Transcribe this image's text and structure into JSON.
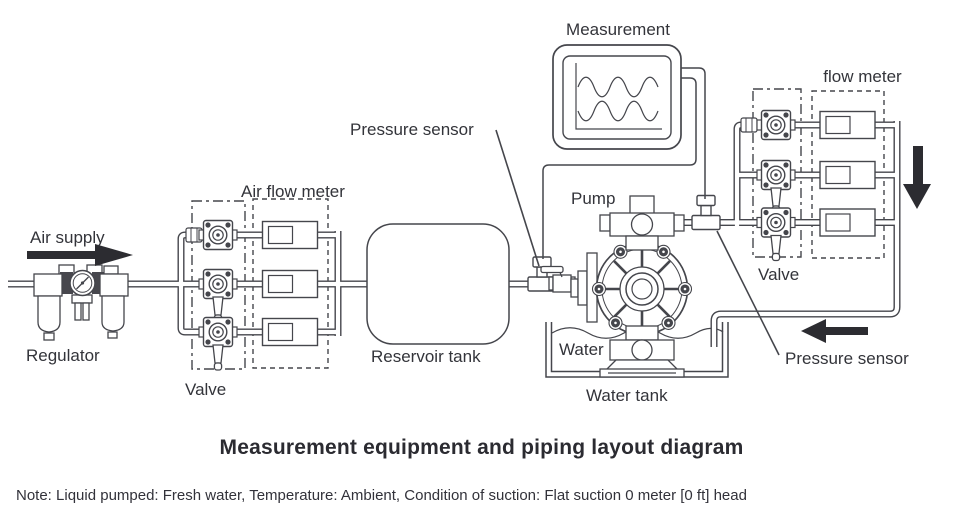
{
  "title": "Measurement equipment and piping layout diagram",
  "note": "Note: Liquid pumped: Fresh water, Temperature: Ambient, Condition of suction: Flat suction 0 meter [0 ft] head",
  "labels": {
    "measurement": "Measurement",
    "flow_meter_right": "flow meter",
    "pressure_sensor_left": "Pressure sensor",
    "pressure_sensor_right": "Pressure sensor",
    "air_flow_meter": "Air flow meter",
    "pump": "Pump",
    "air_supply": "Air supply",
    "regulator": "Regulator",
    "valve_left": "Valve",
    "valve_right": "Valve",
    "reservoir_tank": "Reservoir tank",
    "water": "Water",
    "water_tank": "Water tank"
  },
  "icons": {
    "air-supply-arrow-icon": "→",
    "flow-down-arrow-icon": "↓",
    "return-flow-arrow-icon": "←"
  },
  "colors": {
    "line": "#45464c",
    "text": "#33343a",
    "arrow": "#2c2c31",
    "background": "#ffffff"
  }
}
